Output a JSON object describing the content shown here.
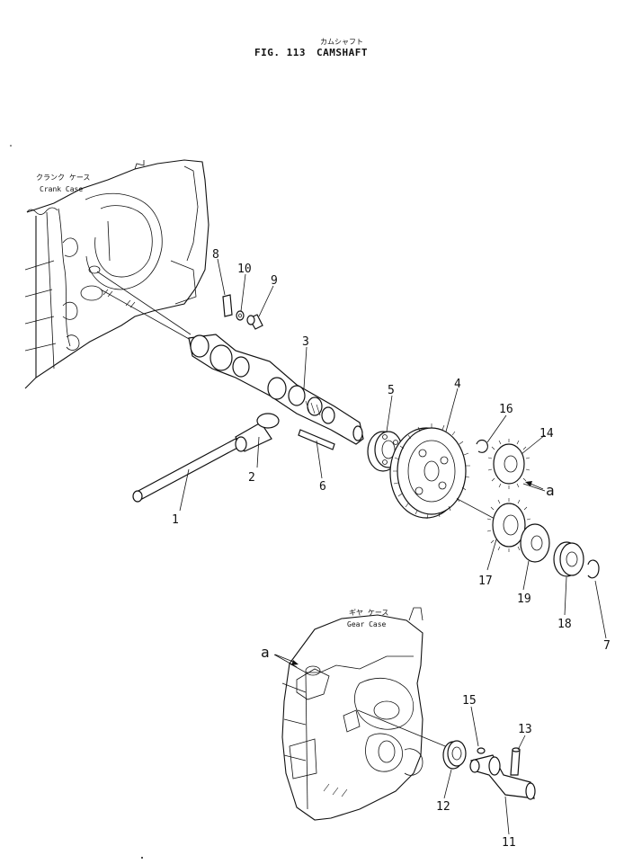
{
  "header": {
    "japanese_subtitle": "カムシャフト",
    "figure_number": "FIG. 113",
    "title": "CAMSHAFT"
  },
  "captions": {
    "crank_case_jp": "クランク ケース",
    "crank_case_en": "Crank Case",
    "gear_case_jp": "ギヤ ケース",
    "gear_case_en": "Gear Case"
  },
  "callouts": [
    "1",
    "2",
    "3",
    "4",
    "5",
    "6",
    "7",
    "8",
    "9",
    "10",
    "11",
    "12",
    "13",
    "14",
    "15",
    "16",
    "17",
    "18",
    "19"
  ],
  "reference_marks": [
    "a",
    "a"
  ]
}
